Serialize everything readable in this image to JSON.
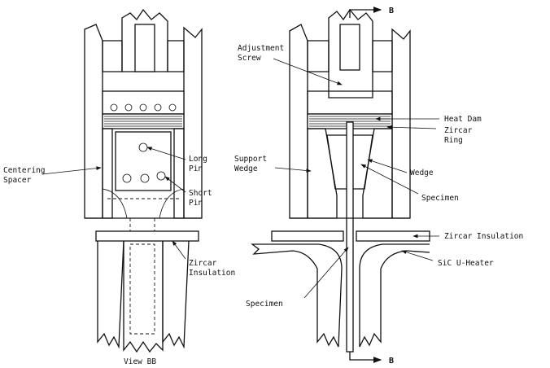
{
  "labels": {
    "adjustment_screw_1": "Adjustment",
    "adjustment_screw_2": "Screw",
    "heat_dam": "Heat Dam",
    "zircar_ring_1": "Zircar",
    "zircar_ring_2": "Ring",
    "support_wedge_1": "Support",
    "support_wedge_2": "Wedge",
    "wedge": "Wedge",
    "specimen_upper": "Specimen",
    "specimen_lower": "Specimen",
    "zircar_insulation_right": "Zircar Insulation",
    "sic_u_heater": "SiC U-Heater",
    "long_pin_1": "Long",
    "long_pin_2": "Pin",
    "short_pin_1": "Short",
    "short_pin_2": "Pin",
    "centering_spacer_1": "Centering",
    "centering_spacer_2": "Spacer",
    "zircar_insulation_left_1": "Zircar",
    "zircar_insulation_left_2": "Insulation",
    "view_bb": "View BB",
    "section_b_top": "B",
    "section_b_bottom": "B"
  }
}
